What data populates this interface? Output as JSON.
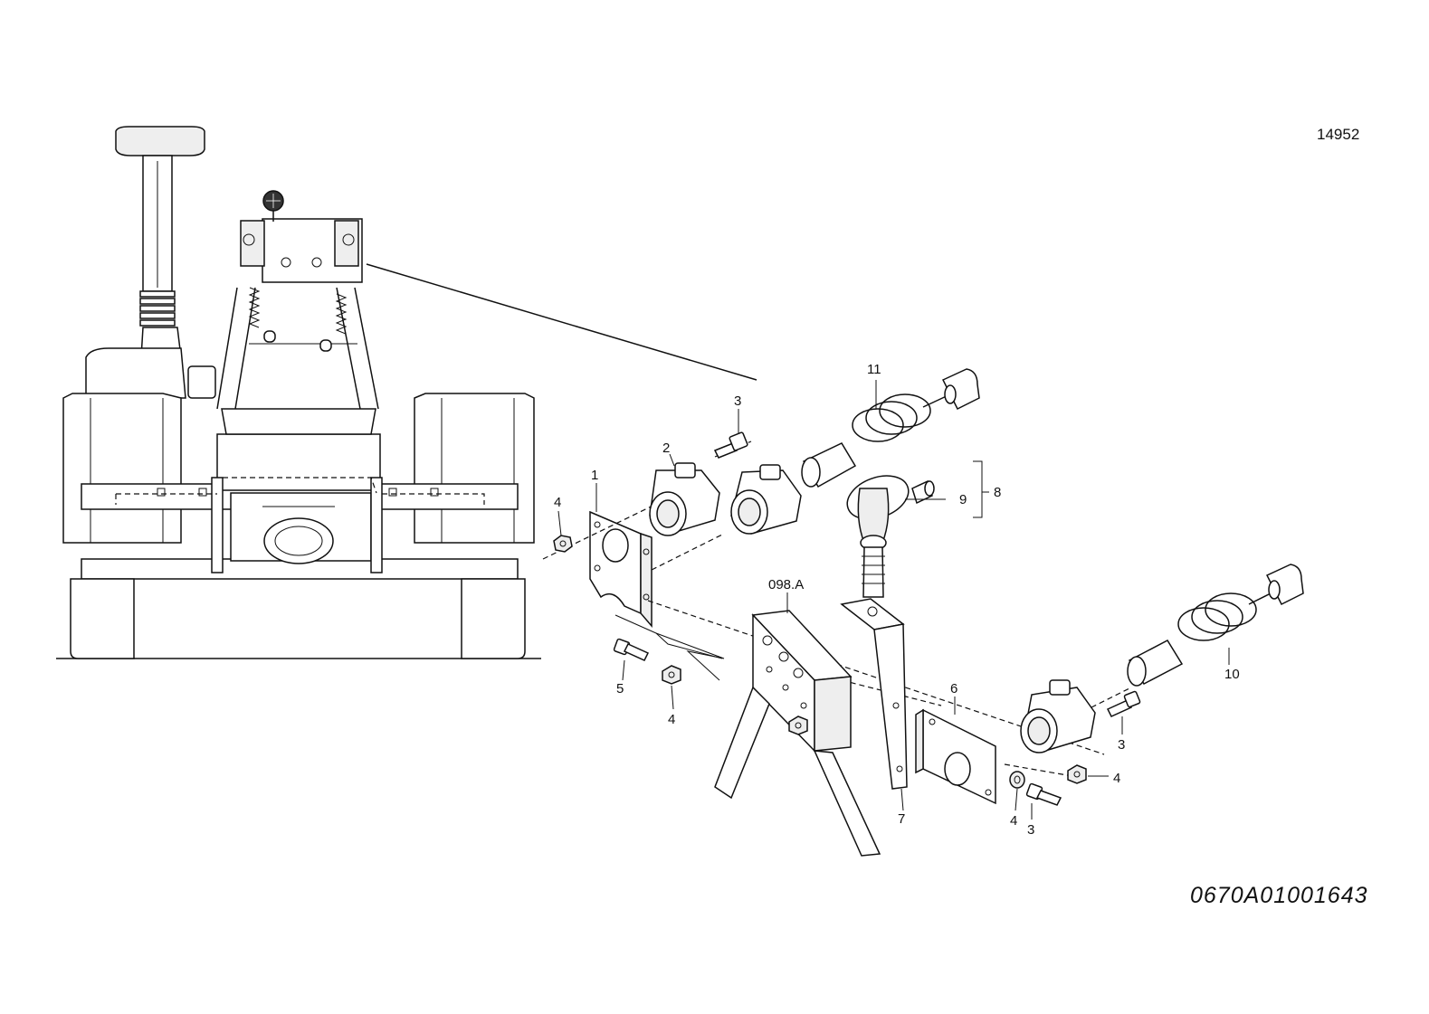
{
  "header": {
    "drawing_number": "14952"
  },
  "footer": {
    "document_code": "0670A01001643"
  },
  "callouts": [
    {
      "id": "c1",
      "label": "1"
    },
    {
      "id": "c2",
      "label": "2"
    },
    {
      "id": "c3a",
      "label": "3"
    },
    {
      "id": "c3b",
      "label": "3"
    },
    {
      "id": "c3c",
      "label": "3"
    },
    {
      "id": "c4a",
      "label": "4"
    },
    {
      "id": "c4b",
      "label": "4"
    },
    {
      "id": "c4c",
      "label": "4"
    },
    {
      "id": "c4d",
      "label": "4"
    },
    {
      "id": "c5",
      "label": "5"
    },
    {
      "id": "c6",
      "label": "6"
    },
    {
      "id": "c7",
      "label": "7"
    },
    {
      "id": "c8",
      "label": "8"
    },
    {
      "id": "c9",
      "label": "9"
    },
    {
      "id": "c10",
      "label": "10"
    },
    {
      "id": "c11",
      "label": "11"
    },
    {
      "id": "c098a",
      "label": "098.A"
    }
  ]
}
